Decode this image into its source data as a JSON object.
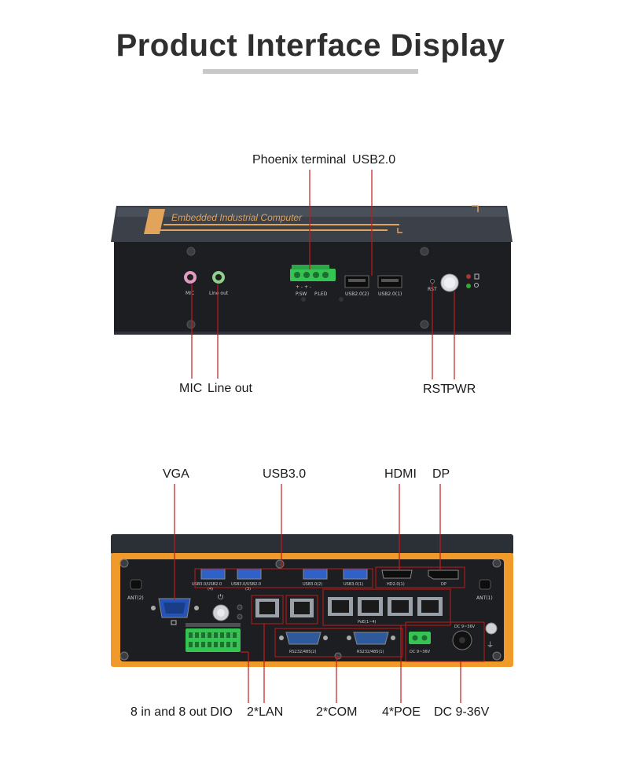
{
  "page": {
    "title": "Product Interface Display"
  },
  "front_panel": {
    "device_label": "Embedded Industrial Computer",
    "port_labels": {
      "mic": "MIC",
      "line_out": "Line out",
      "psw": "P.SW",
      "pled": "P.LED",
      "usb2_2": "USB2.0(2)",
      "usb2_1": "USB2.0(1)",
      "rst": "RST"
    },
    "callouts": {
      "phoenix": "Phoenix terminal",
      "usb20": "USB2.0",
      "mic": "MIC",
      "lineout": "Line out",
      "rst": "RST",
      "pwr": "PWR"
    }
  },
  "rear_panel": {
    "port_labels": {
      "ant2": "ANT(2)",
      "ant1": "ANT(1)",
      "usb_a": "USB3.0/USB2.0",
      "usb_a_num": "(4)",
      "usb_b": "USB3.0/USB2.0",
      "usb_b_num": "(3)",
      "usb_c": "USB3.0(2)",
      "usb_d": "USB3.0(1)",
      "hdmi": "HD2.0(1)",
      "dp": "DP",
      "poe": "PoE(1~4)",
      "com2": "RS232/485(2)",
      "com1": "RS232/485(1)",
      "dc_term": "DC 9~36V",
      "dc_jack": "DC 9~36V"
    },
    "callouts": {
      "vga": "VGA",
      "usb30": "USB3.0",
      "hdmi": "HDMI",
      "dp": "DP",
      "dio": "8 in and 8 out DIO",
      "lan": "2*LAN",
      "com": "2*COM",
      "poe": "4*POE",
      "dc": "DC 9-36V"
    }
  },
  "colors": {
    "callout_line": "#c21a1a",
    "chassis_dark": "#2b2f36",
    "accent_orange": "#f39c12",
    "terminal_green": "#2ecc71"
  }
}
